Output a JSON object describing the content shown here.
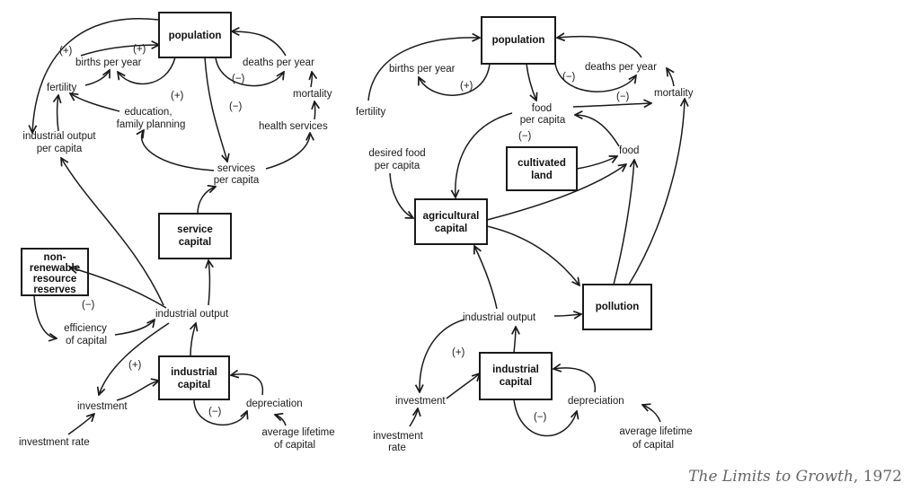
{
  "left": {
    "population": "population",
    "births_per_year": "births per year",
    "deaths_per_year": "deaths per year",
    "fertility": "fertility",
    "mortality": "mortality",
    "education_1": "education,",
    "education_2": "family planning",
    "health_services": "health services",
    "ind_output_pc_1": "industrial output",
    "ind_output_pc_2": "per capita",
    "services_pc_1": "services",
    "services_pc_2": "per capita",
    "service_capital_1": "service",
    "service_capital_2": "capital",
    "nonrenewable_1": "non-",
    "nonrenewable_2": "renewable",
    "nonrenewable_3": "resource",
    "nonrenewable_4": "reserves",
    "industrial_output": "industrial output",
    "efficiency_1": "efficiency",
    "efficiency_2": "of capital",
    "industrial_capital_1": "industrial",
    "industrial_capital_2": "capital",
    "investment": "investment",
    "depreciation": "depreciation",
    "investment_rate": "investment rate",
    "avg_lifetime_1": "average lifetime",
    "avg_lifetime_2": "of capital",
    "sign_plus_1": "(+)",
    "sign_plus_2": "(+)",
    "sign_plus_3": "(+)",
    "sign_plus_4": "(+)",
    "sign_minus_1": "(−)",
    "sign_minus_2": "(−)",
    "sign_minus_3": "(−)",
    "sign_minus_4": "(−)"
  },
  "right": {
    "population": "population",
    "births_per_year": "births per year",
    "deaths_per_year": "deaths per year",
    "fertility": "fertility",
    "mortality": "mortality",
    "food_pc_1": "food",
    "food_pc_2": "per capita",
    "desired_food_1": "desired food",
    "desired_food_2": "per capita",
    "cultivated_land_1": "cultivated",
    "cultivated_land_2": "land",
    "food": "food",
    "agricultural_capital_1": "agricultural",
    "agricultural_capital_2": "capital",
    "pollution": "pollution",
    "industrial_output": "industrial output",
    "industrial_capital_1": "industrial",
    "industrial_capital_2": "capital",
    "investment": "investment",
    "investment_rate_1": "investment",
    "investment_rate_2": "rate",
    "depreciation": "depreciation",
    "avg_lifetime_1": "average lifetime",
    "avg_lifetime_2": "of capital",
    "sign_plus_1": "(+)",
    "sign_plus_2": "(+)",
    "sign_minus_1": "(−)",
    "sign_minus_2": "(−)",
    "sign_minus_3": "(−)",
    "sign_minus_4": "(−)"
  },
  "caption": {
    "title": "The Limits to Growth",
    "year": ", 1972"
  }
}
